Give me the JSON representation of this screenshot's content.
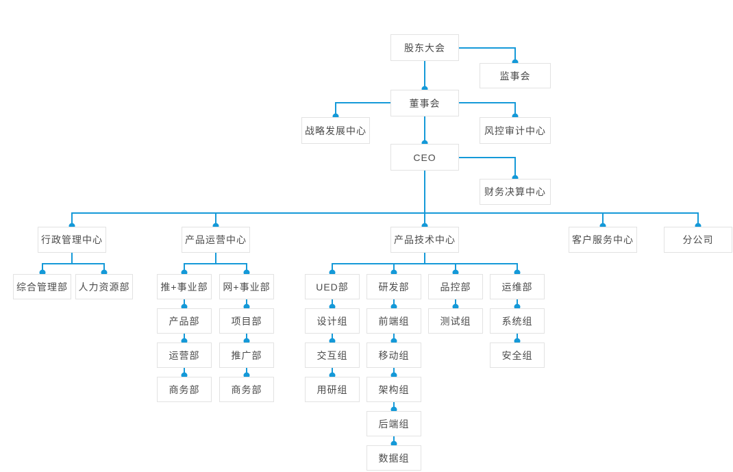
{
  "colors": {
    "connector_line": "#1499D8",
    "connector_dot": "#1499D8",
    "node_border": "#E2E2E2",
    "node_background": "#FFFFFF",
    "node_text": "#4A4A4A",
    "page_background": "#FFFFFF"
  },
  "nodes": {
    "shareholders_meeting": "股东大会",
    "supervisory_board": "监事会",
    "board_of_directors": "董事会",
    "strategy_center": "战略发展中心",
    "risk_audit_center": "风控审计中心",
    "ceo": "CEO",
    "finance_center": "财务决算中心",
    "admin_center": "行政管理中心",
    "general_admin_dept": "综合管理部",
    "hr_dept": "人力资源部",
    "product_ops_center": "产品运营中心",
    "tui_division": "推+事业部",
    "wang_division": "网+事业部",
    "product_dept": "产品部",
    "operations_dept": "运营部",
    "tui_business_dept": "商务部",
    "project_dept": "项目部",
    "promotion_dept": "推广部",
    "wang_business_dept": "商务部",
    "tech_center": "产品技术中心",
    "ued_dept": "UED部",
    "rd_dept": "研发部",
    "qc_dept": "品控部",
    "maintenance_dept": "运维部",
    "design_group": "设计组",
    "interaction_group": "交互组",
    "user_research_group": "用研组",
    "frontend_group": "前端组",
    "mobile_group": "移动组",
    "architecture_group": "架构组",
    "backend_group": "后端组",
    "data_group": "数据组",
    "testing_group": "测试组",
    "system_group": "系统组",
    "security_group": "安全组",
    "customer_service_center": "客户服务中心",
    "branch_company": "分公司"
  },
  "hierarchy": {
    "label": "股东大会",
    "side_children": [
      "监事会"
    ],
    "children": [
      {
        "label": "董事会",
        "side_children": [
          "战略发展中心",
          "风控审计中心"
        ],
        "children": [
          {
            "label": "CEO",
            "side_children": [
              "财务决算中心"
            ],
            "children": [
              {
                "label": "行政管理中心",
                "children": [
                  {
                    "label": "综合管理部"
                  },
                  {
                    "label": "人力资源部"
                  }
                ]
              },
              {
                "label": "产品运营中心",
                "children": [
                  {
                    "label": "推+事业部",
                    "chain": [
                      "产品部",
                      "运营部",
                      "商务部"
                    ]
                  },
                  {
                    "label": "网+事业部",
                    "chain": [
                      "项目部",
                      "推广部",
                      "商务部"
                    ]
                  }
                ]
              },
              {
                "label": "产品技术中心",
                "children": [
                  {
                    "label": "UED部",
                    "chain": [
                      "设计组",
                      "交互组",
                      "用研组"
                    ]
                  },
                  {
                    "label": "研发部",
                    "chain": [
                      "前端组",
                      "移动组",
                      "架构组",
                      "后端组",
                      "数据组"
                    ]
                  },
                  {
                    "label": "品控部",
                    "chain": [
                      "测试组"
                    ]
                  },
                  {
                    "label": "运维部",
                    "chain": [
                      "系统组",
                      "安全组"
                    ]
                  }
                ]
              },
              {
                "label": "客户服务中心"
              },
              {
                "label": "分公司"
              }
            ]
          }
        ]
      }
    ]
  }
}
